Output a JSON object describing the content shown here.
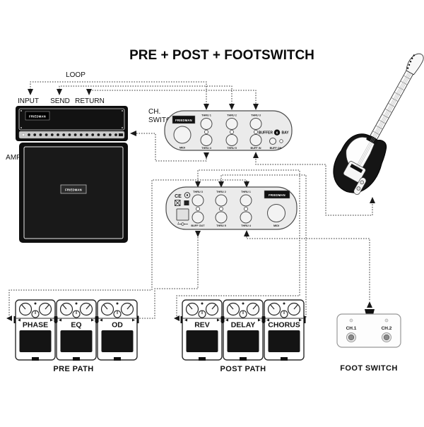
{
  "title": "PRE + POST + FOOTSWITCH",
  "colors": {
    "wire": "#333333",
    "unit_fill": "#ebebeb",
    "amp_black": "#0f0f0f",
    "pedal_pad": "#141414"
  },
  "labels": {
    "loop": "LOOP",
    "input": "INPUT",
    "send": "SEND",
    "return": "RETURN",
    "ch_switch_line1": "CH.",
    "ch_switch_line2": "SWITCH",
    "amp": "AMP"
  },
  "amp_head": {
    "brand": "FRIEDMAN"
  },
  "cabinet": {
    "brand": "FRIEDMAN"
  },
  "buffer_front": {
    "brand": "FRIEDMAN",
    "logo_buffer": "BUFFER",
    "logo_number": "6",
    "logo_bay": "BAY",
    "midi": "MIDI",
    "thru1": "THRU 1",
    "thru2": "THRU 2",
    "thru3": "THRU 3",
    "thru4": "THRU 4",
    "thru5": "THRU 5",
    "buff_in": "BUFF IN",
    "buff_on": "BUFF ON"
  },
  "buffer_back": {
    "brand": "FRIEDMAN",
    "ce_mark": "CE",
    "midi": "MIDI",
    "thru1": "THRU 1",
    "thru2": "THRU 2",
    "thru3": "THRU 3",
    "thru4": "THRU 4",
    "thru5": "THRU 5",
    "buff_out": "BUFF OUT"
  },
  "pre_path": {
    "label": "PRE PATH",
    "pedals": [
      "PHASE",
      "EQ",
      "OD"
    ]
  },
  "post_path": {
    "label": "POST PATH",
    "pedals": [
      "REV",
      "DELAY",
      "CHORUS"
    ]
  },
  "footswitch": {
    "label": "FOOT SWITCH",
    "ch1": "CH.1",
    "ch2": "CH.2"
  }
}
